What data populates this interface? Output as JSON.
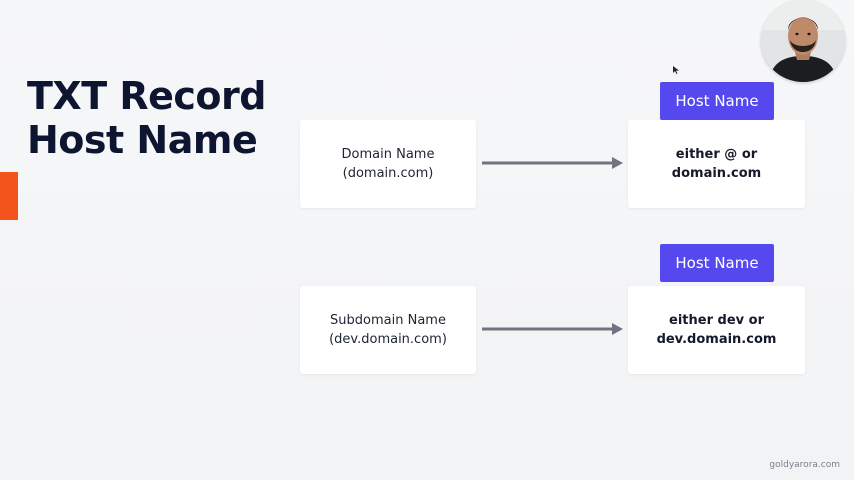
{
  "title": {
    "line1": "TXT Record",
    "line2": "Host Name"
  },
  "rows": [
    {
      "source": {
        "line1": "Domain Name",
        "line2": "(domain.com)"
      },
      "label": "Host Name",
      "target": {
        "line1": "either @ or",
        "line2": "domain.com"
      }
    },
    {
      "source": {
        "line1": "Subdomain Name",
        "line2": "(dev.domain.com)"
      },
      "label": "Host Name",
      "target": {
        "line1": "either dev or",
        "line2": "dev.domain.com"
      }
    }
  ],
  "watermark": "goldyarora.com",
  "colors": {
    "accent": "#f2541b",
    "label_bg": "#5548ef",
    "arrow": "#6f7480",
    "title": "#0d1530"
  },
  "icons": {
    "arrow": "right-arrow-icon",
    "cursor": "mouse-pointer-icon",
    "presenter": "presenter-avatar"
  }
}
